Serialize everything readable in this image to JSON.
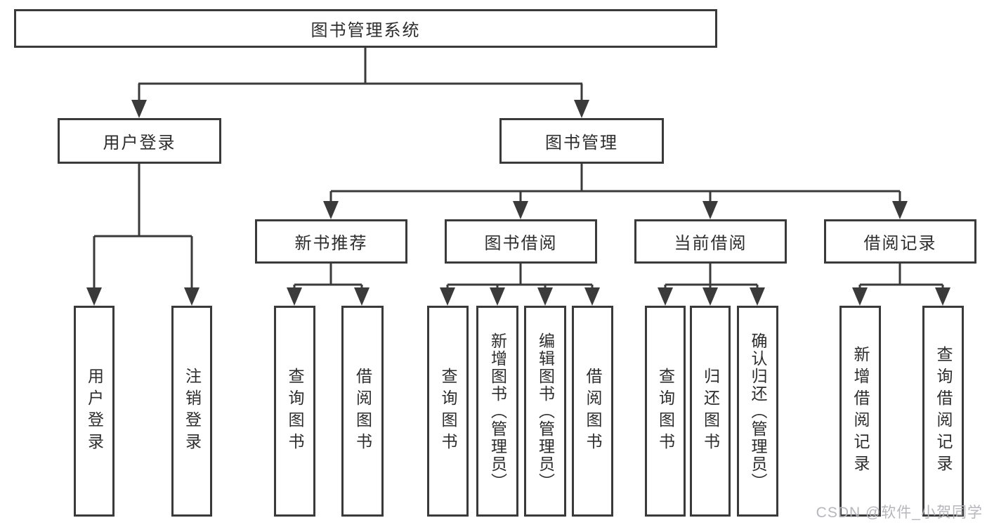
{
  "tree": {
    "root": "图书管理系统",
    "l2": [
      {
        "label": "用户登录"
      },
      {
        "label": "图书管理"
      }
    ],
    "l3": [
      {
        "label": "新书推荐"
      },
      {
        "label": "图书借阅"
      },
      {
        "label": "当前借阅"
      },
      {
        "label": "借阅记录"
      }
    ],
    "leaf_groups": [
      [
        "用户登录",
        "注销登录"
      ],
      [
        "查询图书",
        "借阅图书"
      ],
      [
        "查询图书",
        "新增图书（管理员）",
        "编辑图书（管理员）",
        "借阅图书"
      ],
      [
        "查询图书",
        "归还图书",
        "确认归还（管理员）"
      ],
      [
        "新增借阅记录",
        "查询借阅记录"
      ]
    ]
  },
  "watermark": {
    "text": "CSDN @软件_小贺同学"
  },
  "colors": {
    "line": "#3a3a3a",
    "text": "#2d2d2d",
    "watermark": "#b2b2b8",
    "background": "#ffffff"
  }
}
